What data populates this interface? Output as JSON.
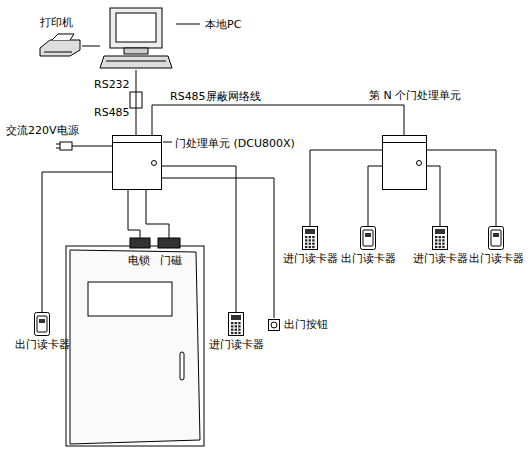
{
  "diagram": {
    "nodes": [
      {
        "text": [
          "打印机"
        ]
      },
      {
        "text": [
          "本地PC"
        ]
      },
      {
        "text": [
          "门处理单元 (DCU800X)"
        ]
      },
      {
        "text": [
          "第 N 个门处理单元"
        ]
      },
      {
        "text": [
          "出门读卡器"
        ]
      },
      {
        "text": [
          "进门读卡器"
        ]
      },
      {
        "text": [
          "出门按钮"
        ]
      },
      {
        "text": [
          "进门读卡器"
        ]
      },
      {
        "text": [
          "出门读卡器"
        ]
      },
      {
        "text": [
          "进门读卡器"
        ]
      },
      {
        "text": [
          "出门读卡器"
        ]
      }
    ],
    "edges": [
      {
        "from": 0,
        "to": 1,
        "arrow": "none"
      },
      {
        "from": 1,
        "to": 2,
        "arrow": "none"
      },
      {
        "from": 2,
        "to": 3,
        "arrow": "none",
        "label": "RS485屏蔽网络线"
      },
      {
        "from": 2,
        "to": 4,
        "arrow": "none"
      },
      {
        "from": 2,
        "to": 5,
        "arrow": "none"
      },
      {
        "from": 2,
        "to": 6,
        "arrow": "none"
      },
      {
        "from": 3,
        "to": 7,
        "arrow": "none"
      },
      {
        "from": 3,
        "to": 8,
        "arrow": "none"
      },
      {
        "from": 3,
        "to": 9,
        "arrow": "none"
      },
      {
        "from": 3,
        "to": 10,
        "arrow": "none"
      }
    ],
    "labels": [
      "RS232",
      "RS485",
      "交流220V电源",
      "电锁",
      "门磁"
    ]
  }
}
